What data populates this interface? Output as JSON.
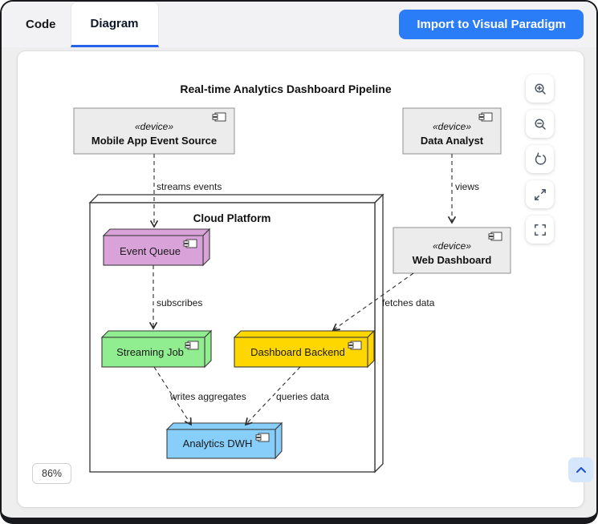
{
  "window": {
    "tabs": [
      {
        "label": "Code",
        "active": false
      },
      {
        "label": "Diagram",
        "active": true
      }
    ],
    "import_button_label": "Import to Visual Paradigm"
  },
  "toolbar": {
    "buttons": [
      {
        "icon": "zoom-in-icon",
        "action": "zoom-in"
      },
      {
        "icon": "zoom-out-icon",
        "action": "zoom-out"
      },
      {
        "icon": "reset-view-icon",
        "action": "reset"
      },
      {
        "icon": "expand-icon",
        "action": "expand"
      },
      {
        "icon": "fit-view-icon",
        "action": "fit"
      }
    ]
  },
  "statusbar": {
    "zoom_level": "86%"
  },
  "controls": {
    "scroll_up_icon": "chevron-up-icon"
  },
  "colors": {
    "accent_blue": "#2b7cf7",
    "tab_underline": "#2563eb",
    "node_gray": "#ececec",
    "cloud_white": "#ffffff",
    "queue_pink": "#d9a3d9",
    "job_green": "#90ee90",
    "backend_yellow": "#ffd700",
    "dwh_blue": "#87cefa"
  },
  "diagram": {
    "title": "Real-time Analytics Dashboard Pipeline",
    "nodes": [
      {
        "id": "mobile-app-event-source",
        "stereotype": "«device»",
        "label": "Mobile App Event Source",
        "color": "#ececec"
      },
      {
        "id": "data-analyst",
        "stereotype": "«device»",
        "label": "Data Analyst",
        "color": "#ececec"
      },
      {
        "id": "cloud-platform",
        "label": "Cloud Platform",
        "color": "#ffffff"
      },
      {
        "id": "event-queue",
        "label": "Event Queue",
        "color": "#d9a3d9"
      },
      {
        "id": "web-dashboard",
        "stereotype": "«device»",
        "label": "Web Dashboard",
        "color": "#ececec"
      },
      {
        "id": "streaming-job",
        "label": "Streaming Job",
        "color": "#90ee90"
      },
      {
        "id": "dashboard-backend",
        "label": "Dashboard Backend",
        "color": "#ffd700"
      },
      {
        "id": "analytics-dwh",
        "label": "Analytics DWH",
        "color": "#87cefa"
      }
    ],
    "edges": [
      {
        "from": "mobile-app-event-source",
        "to": "event-queue",
        "label": "streams events"
      },
      {
        "from": "data-analyst",
        "to": "web-dashboard",
        "label": "views"
      },
      {
        "from": "event-queue",
        "to": "streaming-job",
        "label": "subscribes"
      },
      {
        "from": "web-dashboard",
        "to": "dashboard-backend",
        "label": "fetches data"
      },
      {
        "from": "streaming-job",
        "to": "analytics-dwh",
        "label": "writes aggregates"
      },
      {
        "from": "dashboard-backend",
        "to": "analytics-dwh",
        "label": "queries data"
      }
    ]
  }
}
